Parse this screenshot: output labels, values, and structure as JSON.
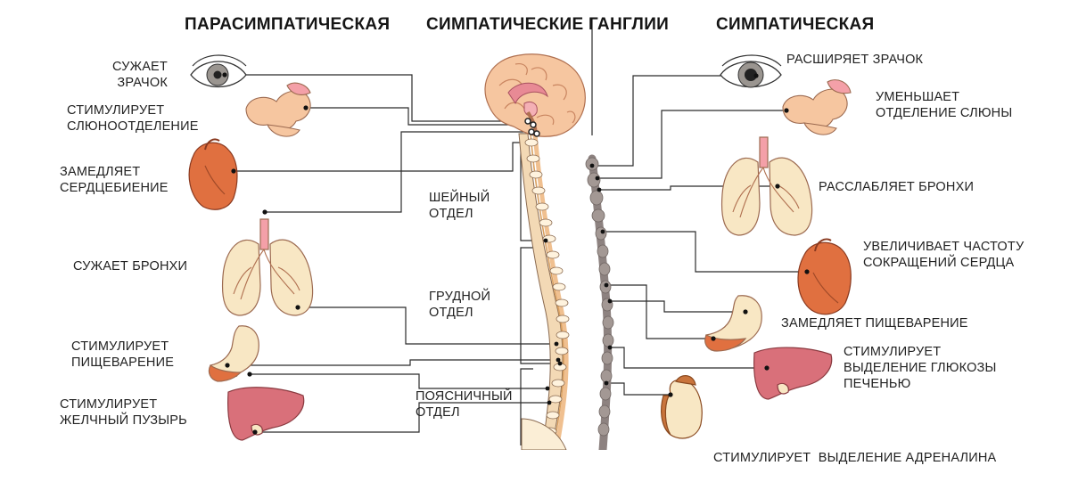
{
  "headers": {
    "parasympathetic": "ПАРАСИМПАТИЧЕСКАЯ",
    "ganglia": "СИМПАТИЧЕСКИЕ ГАНГЛИИ",
    "sympathetic": "СИМПАТИЧЕСКАЯ"
  },
  "left_labels": {
    "pupil": [
      "СУЖАЕТ",
      "ЗРАЧОК"
    ],
    "saliva": [
      "СТИМУЛИРУЕТ",
      "СЛЮНООТДЕЛЕНИЕ"
    ],
    "heart": [
      "ЗАМЕДЛЯЕТ",
      "СЕРДЦЕБИЕНИЕ"
    ],
    "bronchi": [
      "СУЖАЕТ БРОНХИ"
    ],
    "digestion": [
      "СТИМУЛИРУЕТ",
      "ПИЩЕВАРЕНИЕ"
    ],
    "gallbladder": [
      "СТИМУЛИРУЕТ",
      "ЖЕЛЧНЫЙ ПУЗЫРЬ"
    ]
  },
  "spine_labels": {
    "cervical": [
      "ШЕЙНЫЙ",
      "ОТДЕЛ"
    ],
    "thoracic": [
      "ГРУДНОЙ",
      "ОТДЕЛ"
    ],
    "lumbar": [
      "ПОЯСНИЧНЫЙ",
      "ОТДЕЛ"
    ]
  },
  "right_labels": {
    "pupil": [
      "РАСШИРЯЕТ ЗРАЧОК"
    ],
    "saliva": [
      "УМЕНЬШАЕТ",
      "ОТДЕЛЕНИЕ СЛЮНЫ"
    ],
    "bronchi": [
      "РАССЛАБЛЯЕТ БРОНХИ"
    ],
    "heart": [
      "УВЕЛИЧИВАЕТ ЧАСТОТУ",
      "СОКРАЩЕНИЙ СЕРДЦА"
    ],
    "digestion": [
      "ЗАМЕДЛЯЕТ ПИЩЕВАРЕНИЕ"
    ],
    "glucose": [
      "СТИМУЛИРУЕТ",
      "ВЫДЕЛЕНИЕ ГЛЮКОЗЫ",
      "ПЕЧЕНЬЮ"
    ],
    "adrenaline": [
      "СТИМУЛИРУЕТ  ВЫДЕЛЕНИЕ АДРЕНАЛИНА"
    ]
  },
  "colors": {
    "line": "#2b2b2b",
    "heart": "#e07040",
    "liver": "#d9707a",
    "organ_cream": "#f8e7c4",
    "brain": "#f6c6a0",
    "ganglia": "#9b908c",
    "spine": "#f3d9b5"
  }
}
